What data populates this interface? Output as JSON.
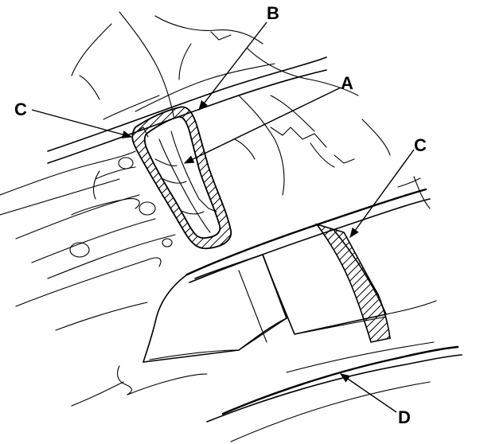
{
  "callouts": {
    "a": "A",
    "b": "B",
    "c_left": "C",
    "c_right": "C",
    "d": "D"
  },
  "colors": {
    "ink": "#000000",
    "paper": "#ffffff"
  }
}
